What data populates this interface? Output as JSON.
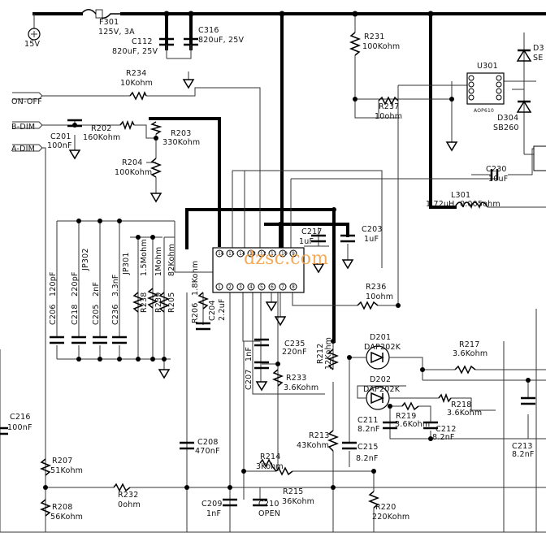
{
  "labels": {
    "input_15v": "15V",
    "f301_name": "F301",
    "f301_value": "125V, 3A",
    "c112_name": "C112",
    "c112_value": "820uF, 25V",
    "c316_name": "C316",
    "c316_value": "820uF, 25V",
    "r231_name": "R231",
    "r231_value": "100Kohm",
    "u301_name": "U301",
    "u301_part": "AOP610",
    "d304_name": "D304",
    "d304_value": "SB260",
    "d3_name": "D3",
    "d3_value": "SE",
    "r234_name": "R234",
    "r234_value": "10Kohm",
    "on_off": "ON-OFF",
    "r237_name": "R237",
    "r237_value": "10ohm",
    "b_dim": "B-DIM",
    "a_dim": "A-DIM",
    "c201_name": "C201",
    "c201_value": "100nF",
    "r202_name": "R202",
    "r202_value": "160Kohm",
    "r203_name": "R203",
    "r203_value": "330Kohm",
    "r204_name": "R204",
    "r204_value": "100Kohm",
    "c230_name": "C230",
    "c230_value": "10uF",
    "l301_name": "L301",
    "l301_value": "1.72uH, 0.005ohm",
    "c217_name": "C217",
    "c217_value": "1uF",
    "c203_name": "C203",
    "c203_value": "1uF",
    "watermark": "dzsc.com",
    "c206_name": "C206",
    "c206_value": "120pF",
    "c218_name": "C218",
    "c218_value": "220pF",
    "jp302": "JP302",
    "c205_name": "C205",
    "c205_value": "2nF",
    "c236_name": "C236",
    "c236_value": "3.3nF",
    "jp301": "JP301",
    "r238_name": "R238",
    "r238_value": "1.5Mohm",
    "r239_name": "R239",
    "r239_value": "1Mohm",
    "r205_name": "R205",
    "r205_value": "82Kohm",
    "r206_name": "R206",
    "r206_value": "1.8Kohm",
    "c204_name": "C204",
    "c204_value": "2.2uF",
    "r236_name": "R236",
    "r236_value": "10ohm",
    "c235_name": "C235",
    "c235_value": "220nF",
    "c207_name": "C207",
    "c207_value": "1nF",
    "r233_name": "R233",
    "r233_value": "3.6Kohm",
    "r212_name": "R212",
    "r212_value": "12Kohm",
    "d201_name": "D201",
    "d201_value": "DAP202K",
    "r217_name": "R217",
    "r217_value": "3.6Kohm",
    "d202_name": "D202",
    "d202_value": "DAP202K",
    "r218_name": "R218",
    "r218_value": "3.6Kohm",
    "r219_name": "R219",
    "r219_value": "3.6Kohm",
    "c211_name": "C211",
    "c211_value": "8.2nF",
    "c212_name": "C212",
    "c212_value": "8.2nF",
    "c213_name": "C213",
    "c213_value": "8.2nF",
    "c216_name": "C216",
    "c216_value": "100nF",
    "c208_name": "C208",
    "c208_value": "470nF",
    "r213_name": "R213",
    "r213_value": "43Kohm",
    "c215_name": "C215",
    "c215_value": "8.2nF",
    "r207_name": "R207",
    "r207_value": "51Kohm",
    "r214_name": "R214",
    "r214_value": "3Kohm",
    "r232_name": "R232",
    "r232_value": "0ohm",
    "r215_name": "R215",
    "r215_value": "36Kohm",
    "r208_name": "R208",
    "r208_value": "56Kohm",
    "c209_name": "C209",
    "c209_value": "1nF",
    "c210_name": "C210",
    "c210_value": "OPEN",
    "r220_name": "R220",
    "r220_value": "220Kohm"
  },
  "ic_pins_top": [
    "16",
    "15",
    "14",
    "13",
    "12",
    "11",
    "10",
    "9"
  ],
  "ic_pins_bottom": [
    "1",
    "2",
    "3",
    "4",
    "5",
    "6",
    "7",
    "8"
  ]
}
